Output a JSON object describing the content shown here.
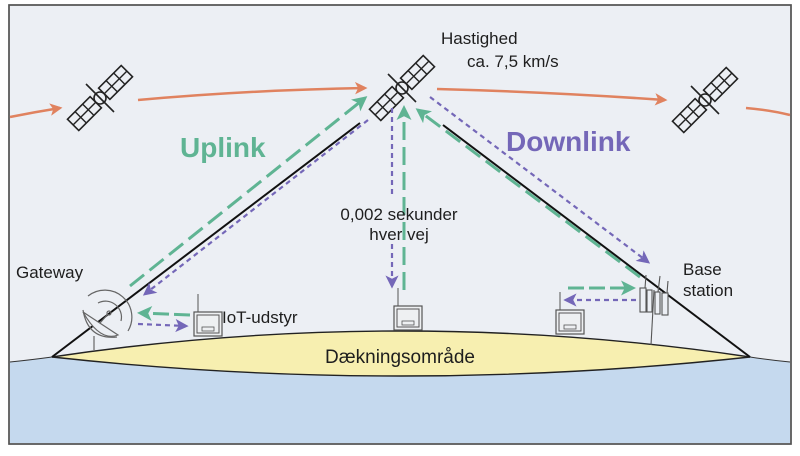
{
  "diagram": {
    "labels": {
      "speed_line1": "Hastighed",
      "speed_line2": "ca. 7,5 km/s",
      "uplink": "Uplink",
      "downlink": "Downlink",
      "latency_line1": "0,002 sekunder",
      "latency_line2": "hver vej",
      "gateway": "Gateway",
      "iot_device": "IoT-udstyr",
      "base_station_line1": "Base",
      "base_station_line2": "station",
      "coverage_area": "Dækningsområde"
    },
    "colors": {
      "uplink": "#5fb493",
      "downlink": "#7467b8",
      "orbit": "#e0825f",
      "sky": "#eceff4",
      "ground": "#c5d9ee",
      "coverage": "#f7efb0"
    }
  }
}
